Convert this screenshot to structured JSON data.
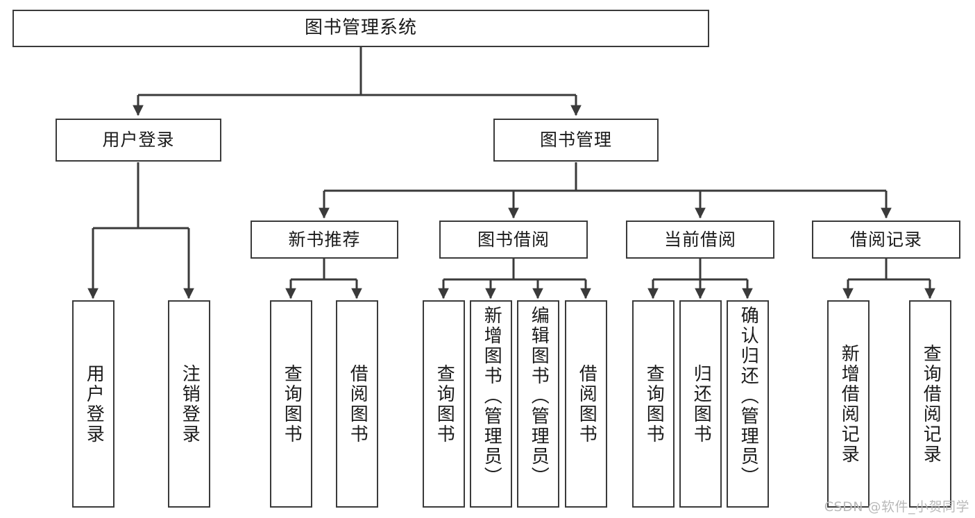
{
  "diagram": {
    "title": "图书管理系统",
    "type": "tree-hierarchy",
    "stroke_color": "#3a3a3a",
    "background_color": "#ffffff",
    "text_color": "#1a1a1a"
  },
  "nodes": {
    "root": {
      "label": "图书管理系统"
    },
    "level2": [
      {
        "label": "用户登录"
      },
      {
        "label": "图书管理"
      }
    ],
    "level3": [
      {
        "label": "新书推荐"
      },
      {
        "label": "图书借阅"
      },
      {
        "label": "当前借阅"
      },
      {
        "label": "借阅记录"
      }
    ],
    "leaves": [
      {
        "label": "用户登录",
        "parent": "用户登录"
      },
      {
        "label": "注销登录",
        "parent": "用户登录"
      },
      {
        "label": "查询图书",
        "parent": "新书推荐"
      },
      {
        "label": "借阅图书",
        "parent": "新书推荐"
      },
      {
        "label": "查询图书",
        "parent": "图书借阅"
      },
      {
        "label": "新增图书（管理员）",
        "parent": "图书借阅"
      },
      {
        "label": "编辑图书（管理员）",
        "parent": "图书借阅"
      },
      {
        "label": "借阅图书",
        "parent": "图书借阅"
      },
      {
        "label": "查询图书",
        "parent": "当前借阅"
      },
      {
        "label": "归还图书",
        "parent": "当前借阅"
      },
      {
        "label": "确认归还（管理员）",
        "parent": "当前借阅"
      },
      {
        "label": "新增借阅记录",
        "parent": "借阅记录"
      },
      {
        "label": "查询借阅记录",
        "parent": "借阅记录"
      }
    ]
  },
  "watermark": {
    "text": "CSDN @软件_小贺同学"
  }
}
